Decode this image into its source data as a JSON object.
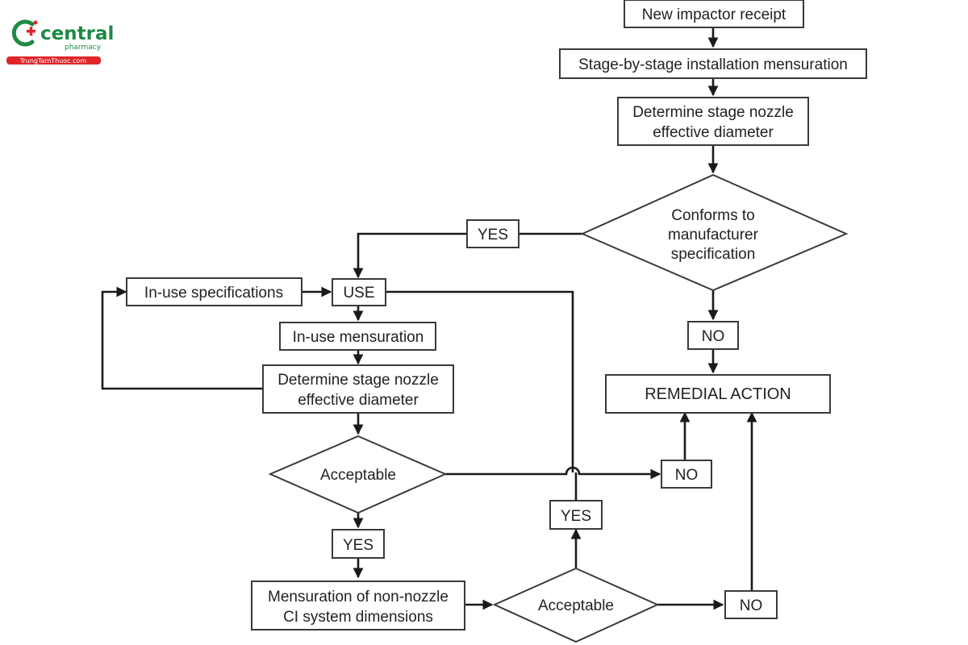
{
  "logo": {
    "name": "central",
    "tagline": "pharmacy",
    "url": "TrungTamThuoc.com",
    "colors": {
      "green": "#1e8a44",
      "red": "#e0262b"
    }
  },
  "flowchart": {
    "new_receipt": "New impactor receipt",
    "installation_mensuration": "Stage-by-stage installation mensuration",
    "determine_top": [
      "Determine stage nozzle",
      "effective diameter"
    ],
    "conforms": [
      "Conforms to",
      "manufacturer",
      "specification"
    ],
    "yes_conforms": "YES",
    "no_conforms": "NO",
    "remedial_action": "REMEDIAL ACTION",
    "in_use_specifications": "In-use specifications",
    "use": "USE",
    "in_use_mensuration": "In-use mensuration",
    "determine_in_use": [
      "Determine stage nozzle",
      "effective diameter"
    ],
    "acceptable_1": "Acceptable",
    "no_acceptable_1": "NO",
    "yes_acceptable_1": "YES",
    "non_nozzle_mensuration": [
      "Mensuration of non-nozzle",
      "CI system dimensions"
    ],
    "acceptable_2": "Acceptable",
    "yes_acceptable_2": "YES",
    "no_acceptable_2": "NO"
  }
}
